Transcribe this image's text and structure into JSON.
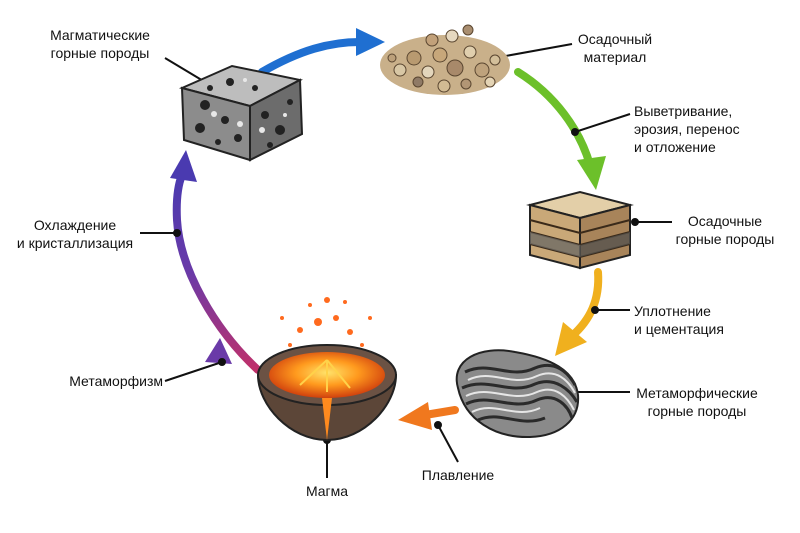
{
  "diagram": {
    "nodes": {
      "igneous": {
        "line1": "Магматические",
        "line2": "горные породы",
        "icon": "igneous-rock-icon"
      },
      "sediment": {
        "line1": "Осадочный",
        "line2": "материал",
        "icon": "sediment-pile-icon"
      },
      "sedimentary": {
        "line1": "Осадочные",
        "line2": "горные породы",
        "icon": "sedimentary-rock-icon"
      },
      "metamorphic": {
        "line1": "Метаморфические",
        "line2": "горные породы",
        "icon": "metamorphic-rock-icon"
      },
      "magma": {
        "line1": "Магма",
        "icon": "magma-crater-icon"
      }
    },
    "processes": {
      "weathering": {
        "line1": "Выветривание,",
        "line2": "эрозия, перенос",
        "line3": "и отложение"
      },
      "compaction": {
        "line1": "Уплотнение",
        "line2": "и цементация"
      },
      "melting": {
        "line1": "Плавление"
      },
      "metamorphism": {
        "line1": "Метаморфизм"
      },
      "cooling": {
        "line1": "Охлаждение",
        "line2": "и кристаллизация"
      }
    },
    "colors": {
      "arrow_top": "#1f6fd1",
      "arrow_weathering": "#6cc02a",
      "arrow_compaction": "#f0b01e",
      "arrow_melting": "#f0781e",
      "arrow_left_bottom": "#c0306a",
      "arrow_left_top": "#4a3ab0",
      "leader": "#111111"
    }
  }
}
